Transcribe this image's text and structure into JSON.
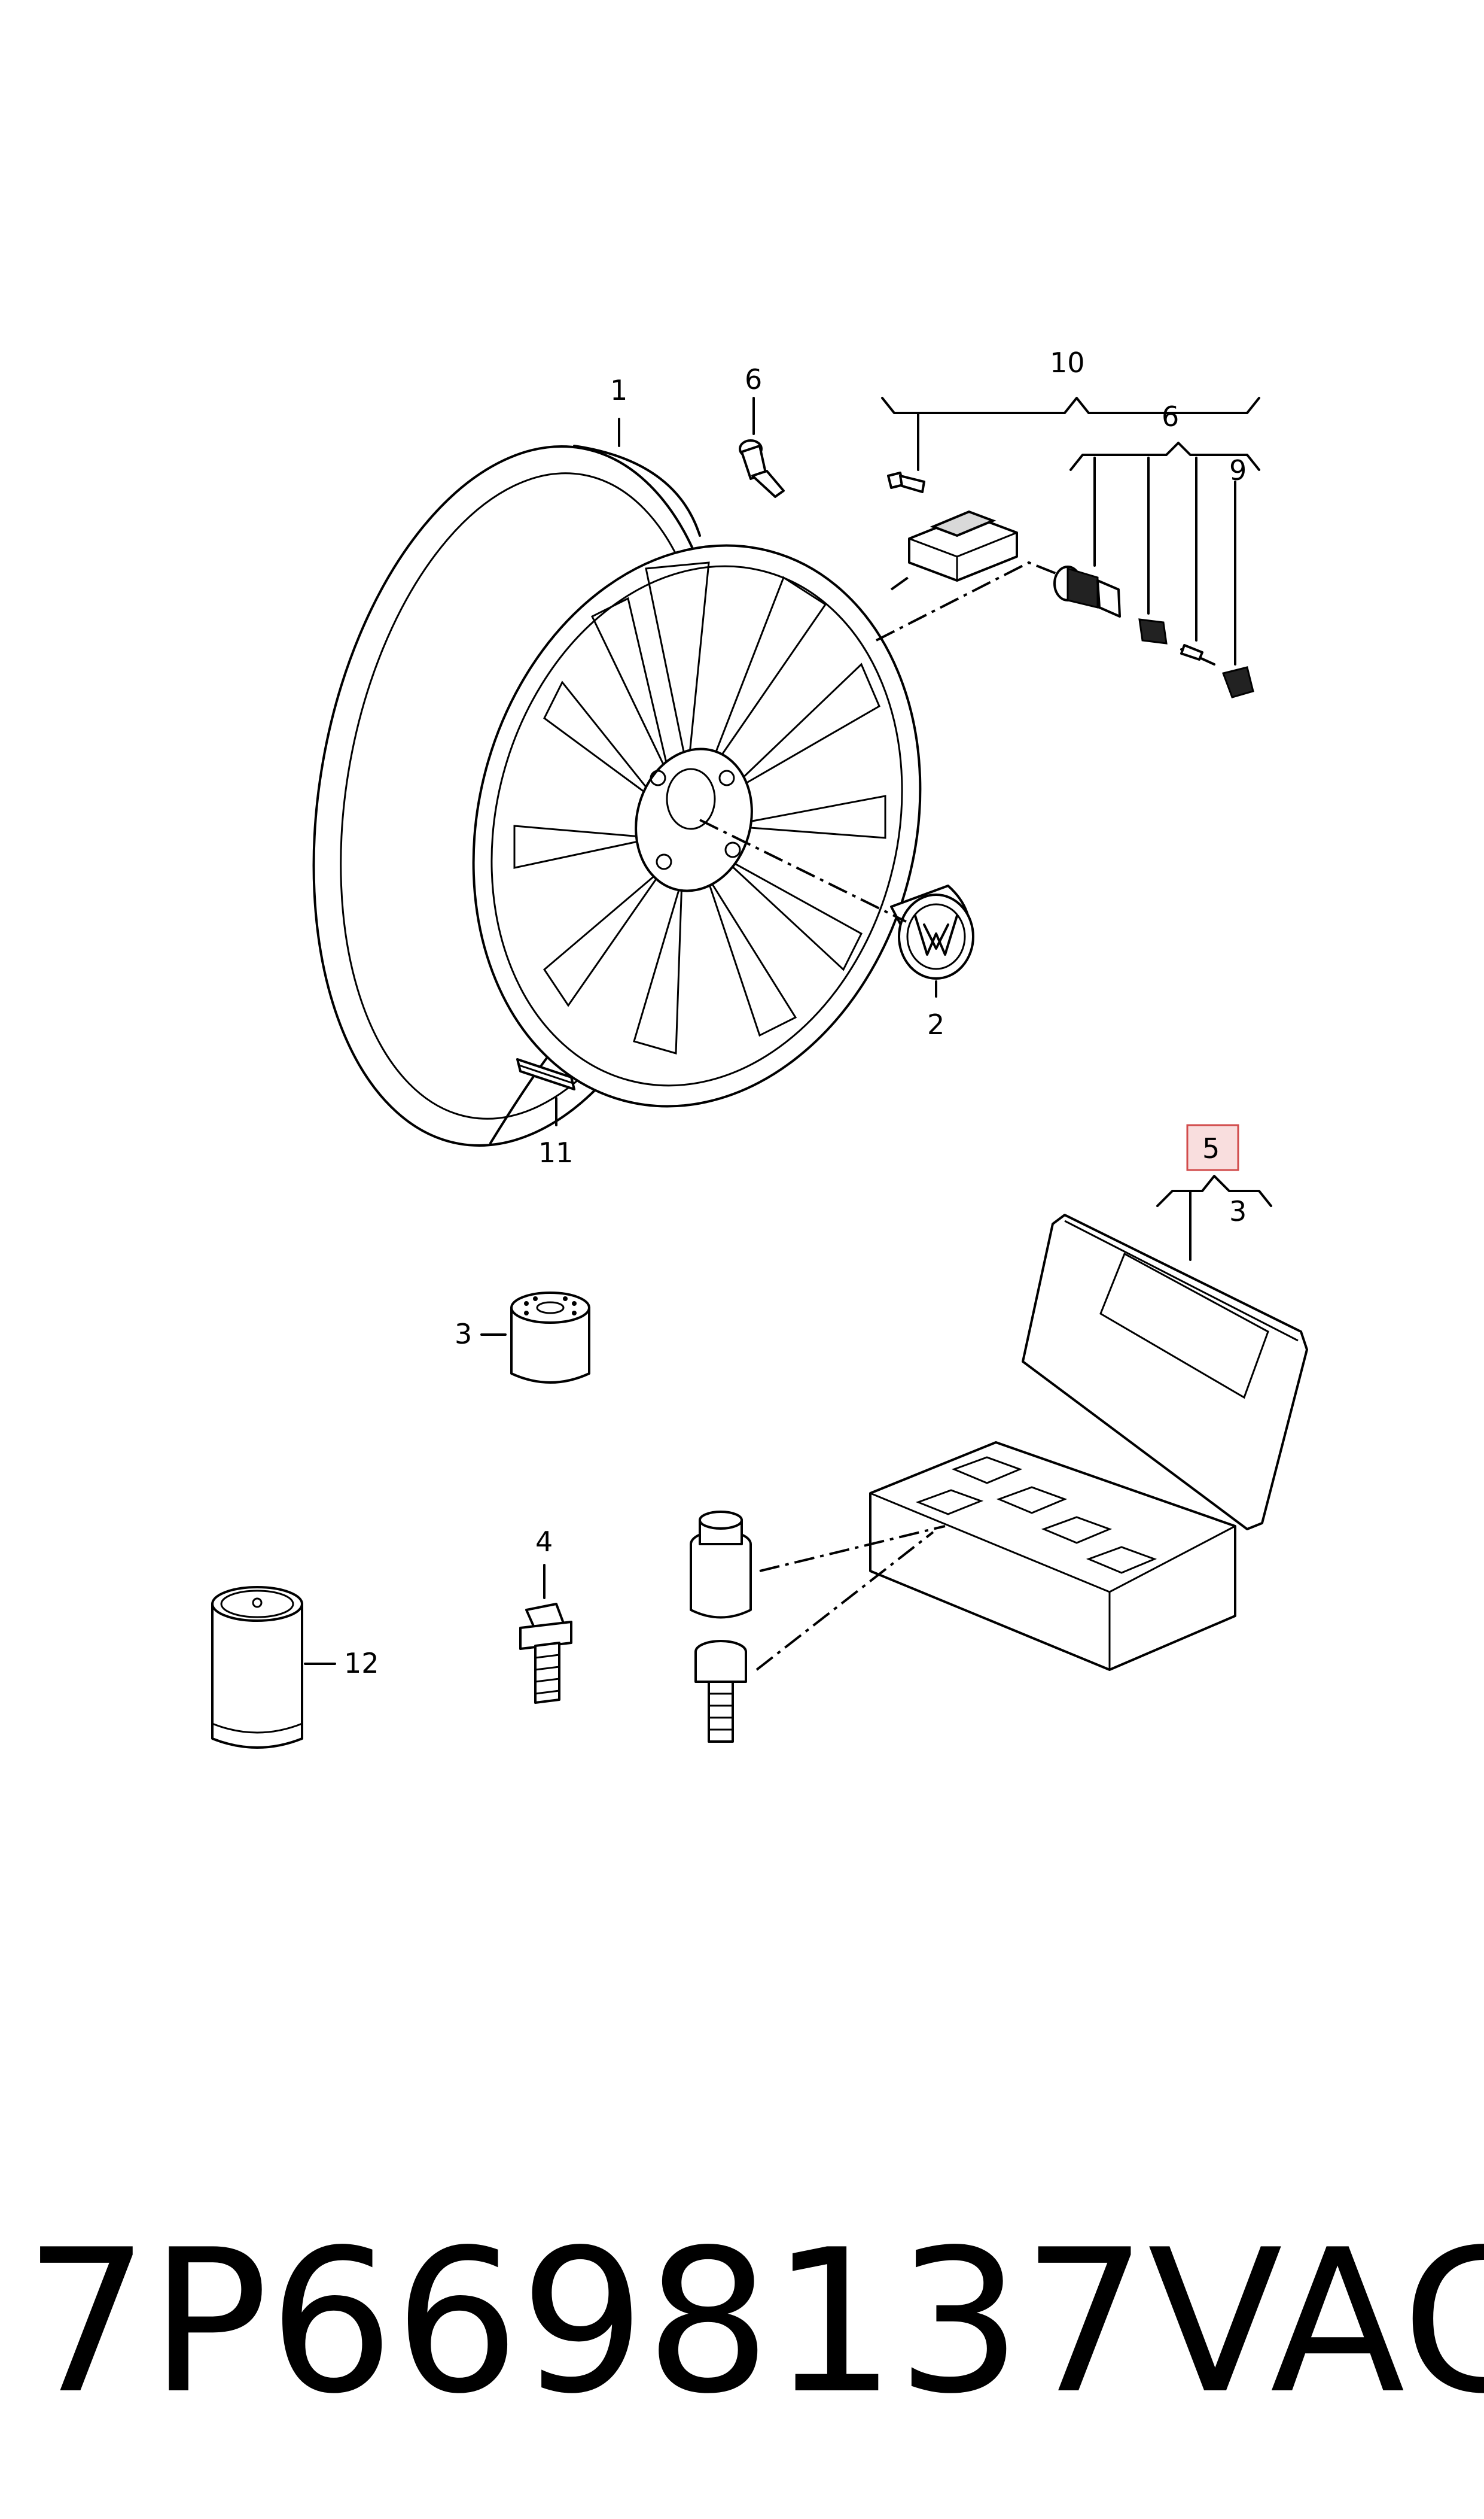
{
  "callouts": {
    "c1": "1",
    "c2": "2",
    "c3_case": "3",
    "c3_socket": "3",
    "c4": "4",
    "c5": "5",
    "c6_valve": "6",
    "c6_group": "6",
    "c9": "9",
    "c10": "10",
    "c11": "11",
    "c12": "12"
  },
  "footer": {
    "part_number": "7P6698137",
    "brand": "VAG"
  },
  "colors": {
    "line": "#000000",
    "highlight_fill": "#f9dede",
    "highlight_border": "#d14b4b"
  }
}
